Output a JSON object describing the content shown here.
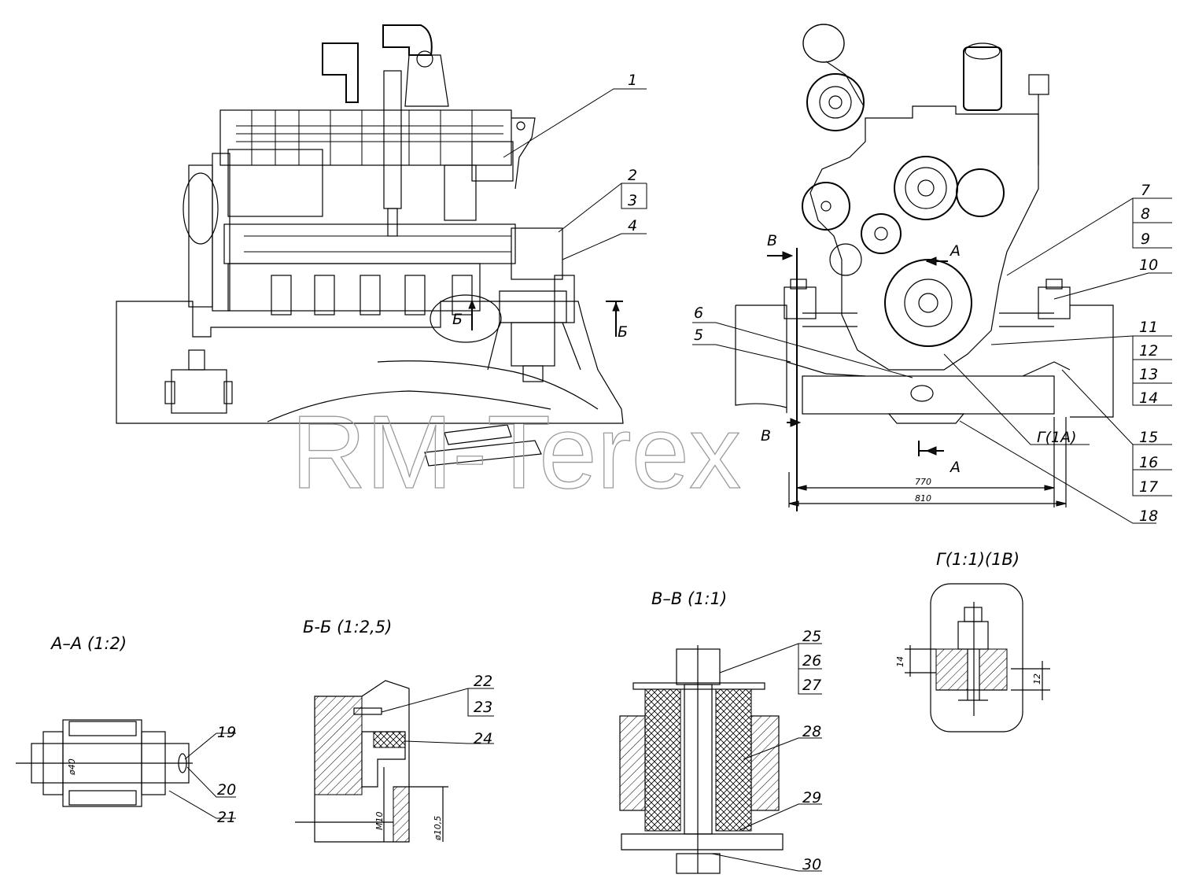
{
  "watermark": "RM-Terex",
  "section_titles": {
    "aa": "А–А (1:2)",
    "bb": "Б-Б (1:2,5)",
    "vv": "В–В (1:1)",
    "g": "Г(1:1)(1В)"
  },
  "view_markers": {
    "b_left_1": "Б",
    "b_left_2": "Б",
    "v_top": "В",
    "v_bottom": "В",
    "a_top": "А",
    "a_bottom": "А",
    "g_ref": "Г(1А)"
  },
  "callouts": [
    "1",
    "2",
    "3",
    "4",
    "5",
    "6",
    "7",
    "8",
    "9",
    "10",
    "11",
    "12",
    "13",
    "14",
    "15",
    "16",
    "17",
    "18",
    "19",
    "20",
    "21",
    "22",
    "23",
    "24",
    "25",
    "26",
    "27",
    "28",
    "29",
    "30"
  ],
  "dimensions": {
    "width_inner": "770",
    "width_outer": "810",
    "bb_depth": "М10",
    "bb_diameter": "ø10,5",
    "aa_diameter": "ø40",
    "g_height_left": "14",
    "g_height_right": "12"
  }
}
